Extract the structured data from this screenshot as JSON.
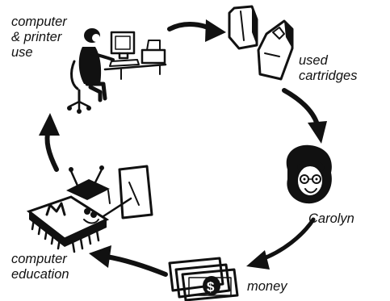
{
  "cycle": {
    "stages": [
      {
        "id": "computer",
        "lines": [
          "computer",
          "& printer",
          "use"
        ],
        "icon": "computer-user-icon"
      },
      {
        "id": "cartridges",
        "lines": [
          "used",
          "cartridges"
        ],
        "icon": "ink-cartridges-icon"
      },
      {
        "id": "carolyn",
        "lines": [
          "Carolyn"
        ],
        "icon": "woman-face-icon"
      },
      {
        "id": "money",
        "lines": [
          "money"
        ],
        "icon": "dollar-bills-icon"
      },
      {
        "id": "education",
        "lines": [
          "computer",
          "education"
        ],
        "icon": "chip-teacher-icon"
      }
    ]
  },
  "colors": {
    "ink": "#111111",
    "background": "#ffffff"
  }
}
